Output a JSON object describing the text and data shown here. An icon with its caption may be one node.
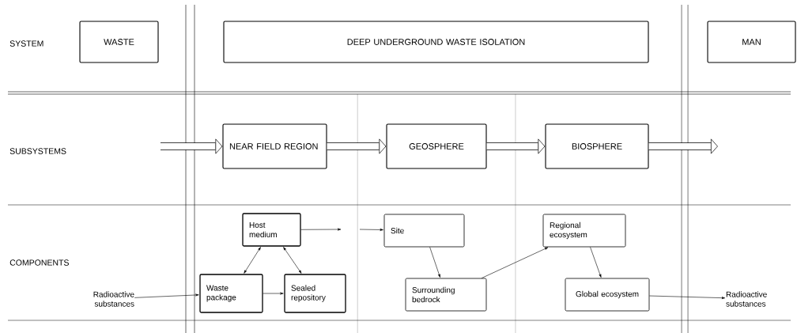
{
  "diagram": {
    "nodes": [
      {
        "text": [
          "WASTE"
        ]
      },
      {
        "text": [
          "DEEP UNDERGROUND WASTE ISOLATION"
        ]
      },
      {
        "text": [
          "MAN"
        ]
      },
      {
        "text": [
          "NEAR FIELD REGION"
        ]
      },
      {
        "text": [
          "GEOSPHERE"
        ]
      },
      {
        "text": [
          "BIOSPHERE"
        ]
      },
      {
        "text": [
          "Host medium"
        ]
      },
      {
        "text": [
          "Waste package"
        ]
      },
      {
        "text": [
          "Sealed repository"
        ]
      },
      {
        "text": [
          "Site"
        ]
      },
      {
        "text": [
          "Surrounding bedrock"
        ]
      },
      {
        "text": [
          "Regional ecosystem"
        ]
      },
      {
        "text": [
          "Global ecosystem"
        ]
      },
      {
        "text": [
          "Radioactive substances"
        ]
      },
      {
        "text": [
          "Radioactive substances"
        ]
      }
    ],
    "edges": [
      {
        "from": null,
        "to": 3,
        "arrow": "to",
        "style": "thick"
      },
      {
        "from": 3,
        "to": 4,
        "arrow": "to",
        "style": "thick"
      },
      {
        "from": 4,
        "to": 5,
        "arrow": "to",
        "style": "thick"
      },
      {
        "from": 5,
        "to": null,
        "arrow": "to",
        "style": "thick"
      },
      {
        "from": 6,
        "to": 7,
        "arrow": "both"
      },
      {
        "from": 6,
        "to": 8,
        "arrow": "both"
      },
      {
        "from": 7,
        "to": 8,
        "arrow": "to"
      },
      {
        "from": 13,
        "to": 7,
        "arrow": "to"
      },
      {
        "from": 6,
        "to": null,
        "arrow": "to"
      },
      {
        "from": null,
        "to": 9,
        "arrow": "to"
      },
      {
        "from": 9,
        "to": 10,
        "arrow": "to"
      },
      {
        "from": 10,
        "to": 11,
        "arrow": "to"
      },
      {
        "from": 11,
        "to": 12,
        "arrow": "to"
      },
      {
        "from": 12,
        "to": 14,
        "arrow": "to"
      }
    ],
    "labels": [
      "SYSTEM",
      "SUBSYSTEMS",
      "COMPONENTS"
    ]
  }
}
